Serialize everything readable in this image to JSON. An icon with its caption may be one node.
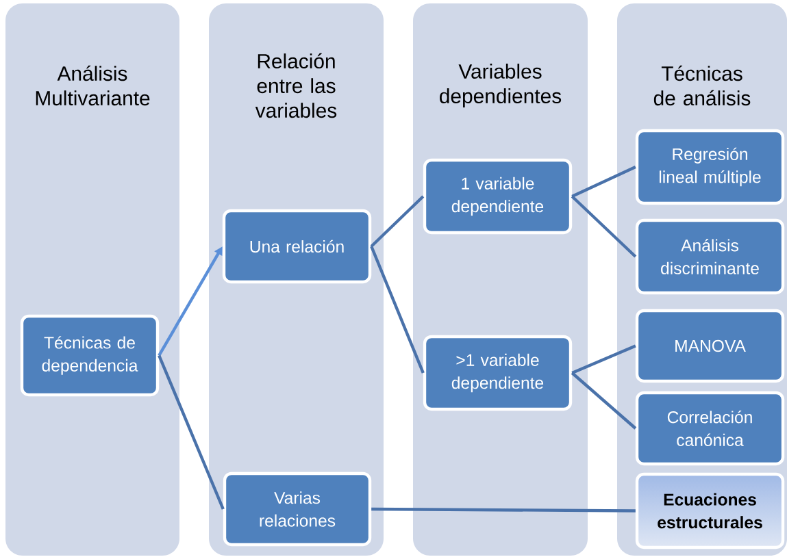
{
  "diagram": {
    "nodes": [
      {
        "text": [
          "Análisis Multivariante"
        ]
      },
      {
        "text": [
          "Relación entre las variables"
        ]
      },
      {
        "text": [
          "Variables dependientes"
        ]
      },
      {
        "text": [
          "Técnicas de análisis"
        ]
      },
      {
        "text": [
          "Técnicas de dependencia"
        ],
        "in": 0
      },
      {
        "text": [
          "Una relación"
        ],
        "in": 1
      },
      {
        "text": [
          "Varias relaciones"
        ],
        "in": 1
      },
      {
        "text": [
          "1 variable dependiente"
        ],
        "in": 2
      },
      {
        "text": [
          ">1 variable dependiente"
        ],
        "in": 2
      },
      {
        "text": [
          "Regresión lineal múltiple"
        ],
        "in": 3
      },
      {
        "text": [
          "Análisis discriminante"
        ],
        "in": 3
      },
      {
        "text": [
          "MANOVA"
        ],
        "in": 3
      },
      {
        "text": [
          "Correlación canónica"
        ],
        "in": 3
      },
      {
        "text": [
          "Ecuaciones estructurales"
        ],
        "in": 3
      }
    ],
    "edges": [
      {
        "from": 4,
        "to": 5,
        "arrow": "to",
        "color": "#5b8fd8"
      },
      {
        "from": 4,
        "to": 6,
        "arrow": "none"
      },
      {
        "from": 5,
        "to": 7,
        "arrow": "none"
      },
      {
        "from": 5,
        "to": 8,
        "arrow": "none"
      },
      {
        "from": 7,
        "to": 9,
        "arrow": "none"
      },
      {
        "from": 7,
        "to": 10,
        "arrow": "none"
      },
      {
        "from": 8,
        "to": 11,
        "arrow": "none"
      },
      {
        "from": 8,
        "to": 12,
        "arrow": "none"
      },
      {
        "from": 6,
        "to": 13,
        "arrow": "none"
      }
    ]
  }
}
